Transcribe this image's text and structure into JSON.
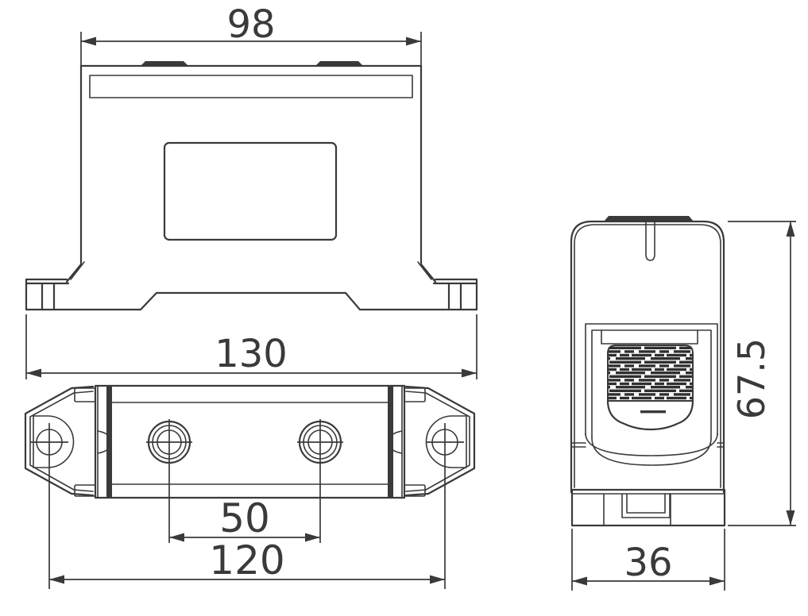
{
  "drawing": {
    "background": "#ffffff",
    "line_color": "#3a3a3a",
    "hatch_color": "#2f2f2f",
    "type": "engineering-dimension-drawing",
    "dimensions": {
      "front_top_width": {
        "value": "98"
      },
      "front_overall_width": {
        "value": "130"
      },
      "plan_center_hole_spacing": {
        "value": "50"
      },
      "plan_mount_hole_spacing": {
        "value": "120"
      },
      "side_depth": {
        "value": "36"
      },
      "side_height": {
        "value": "67.5"
      }
    }
  }
}
